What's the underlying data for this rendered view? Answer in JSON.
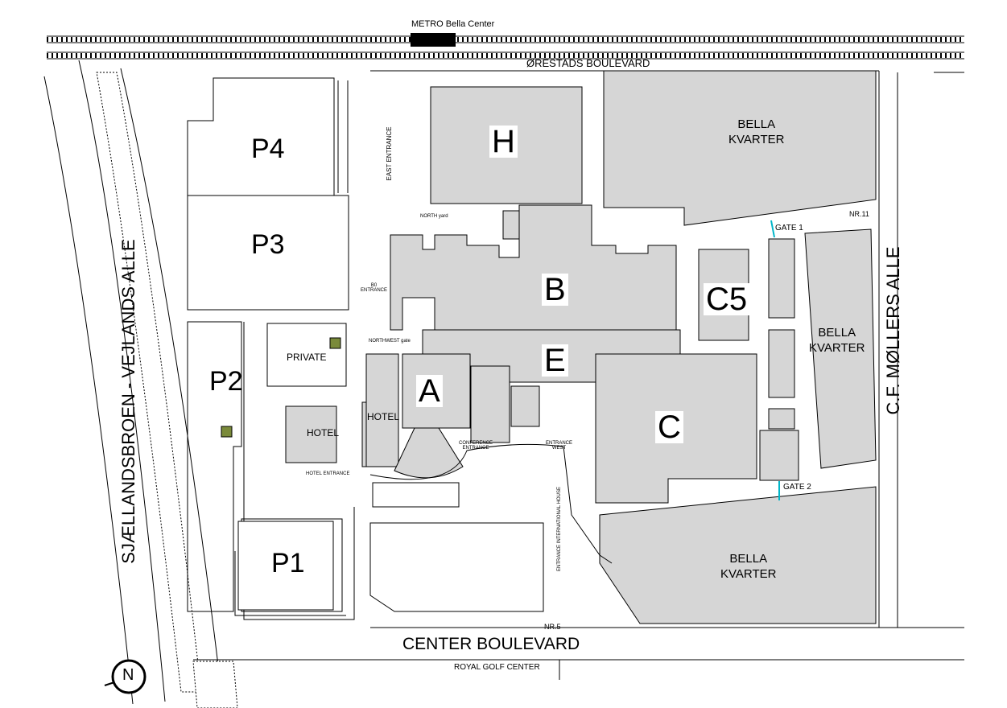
{
  "streets": {
    "north": "ØRESTADS BOULEVARD",
    "south": "CENTER BOULEVARD",
    "west": "SJÆLLANDSBROEN - VEJLANDS ALLE",
    "east": "C.F. MØLLERS ALLE"
  },
  "metro": "METRO Bella Center",
  "halls": [
    "H",
    "B",
    "C5",
    "E",
    "A",
    "C"
  ],
  "parking": [
    "P4",
    "P3",
    "P2",
    "P1"
  ],
  "zones": {
    "bella_top": "BELLA\nKVARTER",
    "bella_right": "BELLA\nKVARTER",
    "bella_bottom": "BELLA\nKVARTER",
    "private": "PRIVATE",
    "hotel_west": "HOTEL",
    "hotel_east": "HOTEL"
  },
  "entrances": {
    "east": "EAST ENTRANCE",
    "north_yard": "NORTH yard",
    "b0": "B0\nENTRANCE",
    "northwest": "NORTHWEST gate",
    "hotel": "HOTEL ENTRANCE",
    "conference": "CONFERENCE\nENTRANCE",
    "west": "ENTRANCE\nWEST",
    "international": "ENTRANCE INTERNATIONAL HOUSE"
  },
  "gates": {
    "gate1": "GATE 1",
    "gate2": "GATE 2",
    "nr11": "NR.11",
    "nr5": "NR.5"
  },
  "golf": "ROYAL GOLF CENTER",
  "compass": "N",
  "colors": {
    "building": "#d6d6d6",
    "outline": "#000000",
    "gate_line": "#00b5c8",
    "sign": "#7a8a3a"
  }
}
